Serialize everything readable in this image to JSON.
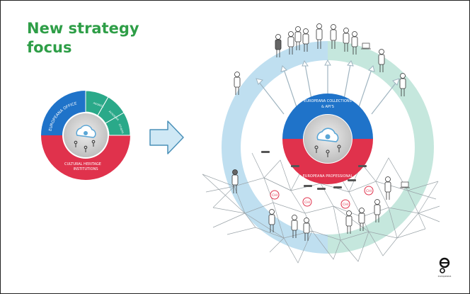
{
  "slide": {
    "title_line1": "New strategy",
    "title_line2": "focus"
  },
  "small_wheel": {
    "top_label": "EUROPEANA OFFICE",
    "bottom_label_line1": "CULTURAL HERITAGE",
    "bottom_label_line2": "INSTITUTIONS",
    "side_labels": [
      "AGGREG.",
      "ACADEMIA",
      "OTHERS"
    ]
  },
  "big_wheel": {
    "top_label_line1": "EUROPEANA COLLECTIONS",
    "top_label_line2": "& API'S",
    "bottom_label": "EUROPEANA PROFESSIONAL"
  },
  "network_badges": [
    "CHI",
    "CHI",
    "CHI",
    "CHI"
  ],
  "logo": {
    "mark": "e",
    "caption": "europeana"
  },
  "colors": {
    "title_green": "#2e9e47",
    "blue": "#1f73c9",
    "red": "#e0324c",
    "teal": "#2aa989",
    "ring_blue": "#bfdff0",
    "ring_teal": "#c5e7dd",
    "arrow_fill": "#cfe8f5"
  },
  "icons": [
    "cloud-icon",
    "arrow-right-icon",
    "person-icon",
    "europeana-logo-icon"
  ]
}
